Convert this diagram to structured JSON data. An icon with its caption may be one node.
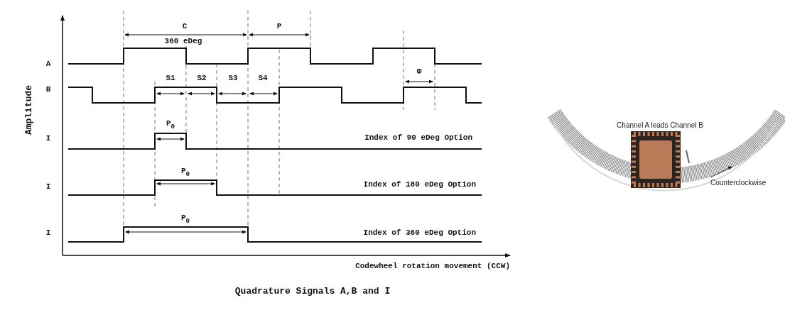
{
  "diagram": {
    "caption": "Quadrature Signals A,B and I",
    "labels": [
      "C",
      "P",
      "360 eDeg",
      "A",
      "S1",
      "S2",
      "S3",
      "S4",
      "Φ",
      "B",
      "Amplitude",
      "P$_{0}$",
      "I",
      "Index of 90 eDeg Option",
      "P$_{0}$",
      "I",
      "Index of 180 eDeg Option",
      "P$_{0}$",
      "I",
      "Index of 360 eDeg Option",
      "Codewheel rotation movement (CCW)",
      "Channel A leads Channel B",
      "Counterclockwise"
    ]
  }
}
